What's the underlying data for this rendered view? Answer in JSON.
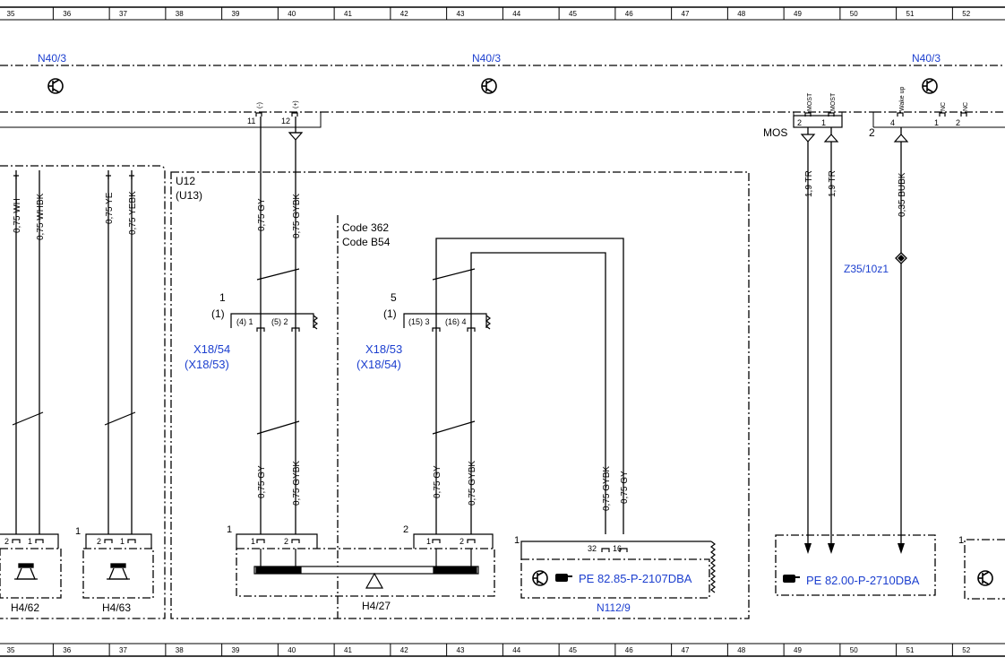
{
  "ruler": {
    "columns": [
      "35",
      "36",
      "37",
      "38",
      "39",
      "40",
      "41",
      "42",
      "43",
      "44",
      "45",
      "46",
      "47",
      "48",
      "49",
      "50",
      "51",
      "52"
    ]
  },
  "components": {
    "n40_left": "N40/3",
    "n40_mid": "N40/3",
    "n40_right": "N40/3",
    "u12": "U12",
    "u13": "(U13)",
    "code362": "Code 362",
    "codeb54": "Code B54",
    "x18_54": "X18/54",
    "x18_53_paren": "(X18/53)",
    "x18_53": "X18/53",
    "x18_54_paren": "(X18/54)",
    "z35": "Z35/10z1",
    "h4_62": "H4/62",
    "h4_63": "H4/63",
    "h4_27": "H4/27",
    "n112": "N112/9",
    "mos": "MOS",
    "pe_left": "PE 82.85-P-2107DBA",
    "pe_right": "PE 82.00-P-2710DBA"
  },
  "wires": {
    "w1": "0,75 WH",
    "w2": "0,75 WHBK",
    "w3": "0,75 YE",
    "w4": "0,75 YEBK",
    "w5": "0,75 GY",
    "w6": "0,75 GYBK",
    "w7": "0,75 GY",
    "w8": "0,75 GYBK",
    "w9": "0,75 GY",
    "w10": "0,75 GYBK",
    "w11": "0,75 GYBK",
    "w12": "0,75 GY",
    "w13": "1,9 TR",
    "w14": "1,9 TR",
    "w15": "0,35 BUBK"
  },
  "pins": {
    "p11": "11",
    "p12": "12",
    "minus": "(-)",
    "plus": "(+)",
    "most1": "MOST",
    "most2": "MOST",
    "wakeup": "Wake up",
    "nc1": "NC",
    "nc2": "NC",
    "mp2": "2",
    "mp1": "1",
    "p4": "4",
    "rp1": "1",
    "rp2": "2",
    "two_right": "2",
    "x1_num": "1",
    "x1_paren": "(1)",
    "x1_a": "(4) 1",
    "x1_b": "(5) 2",
    "x2_num": "5",
    "x2_paren": "(1)",
    "x2_a": "(15) 3",
    "x2_b": "(16) 4",
    "h62_a": "2",
    "h62_b": "1",
    "h63_con": "1",
    "h63_a": "2",
    "h63_b": "1",
    "h27_con1": "1",
    "h27_a": "1",
    "h27_b": "2",
    "h27_con2": "2",
    "h27_c": "1",
    "h27_d": "2",
    "n112_con": "1",
    "n112_a": "32",
    "n112_b": "16",
    "far_right_con": "1"
  }
}
